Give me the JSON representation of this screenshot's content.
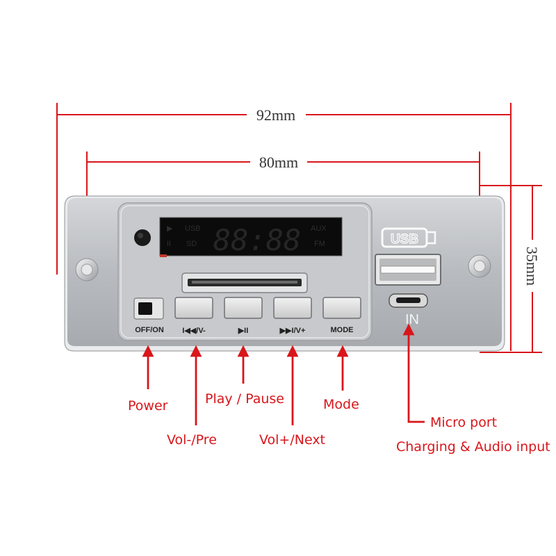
{
  "dimensions": {
    "overall_width": "92mm",
    "hole_spacing": "80mm",
    "height": "35mm"
  },
  "display": {
    "digits": "88:88",
    "indicator_usb": "USB",
    "indicator_sd": "SD",
    "indicator_aux": "AUX",
    "indicator_fm": "FM",
    "play_symbol": "▶",
    "pause_symbol": "II"
  },
  "port": {
    "usb_logo": "USB",
    "in_label": "IN"
  },
  "buttons": [
    {
      "caption": "OFF/ON"
    },
    {
      "caption": "I◀◀/V-"
    },
    {
      "caption": "▶II"
    },
    {
      "caption": "▶▶I/V+"
    },
    {
      "caption": "MODE"
    }
  ],
  "callouts": {
    "power": "Power",
    "vol_pre": "Vol-/Pre",
    "play_pause": "Play / Pause",
    "vol_next": "Vol+/Next",
    "mode": "Mode",
    "micro_port": "Micro port",
    "charging": "Charging & Audio input"
  },
  "colors": {
    "callout": "#d8161b",
    "panel": "#b9bcc0",
    "lcd": "#0b0b0b"
  }
}
